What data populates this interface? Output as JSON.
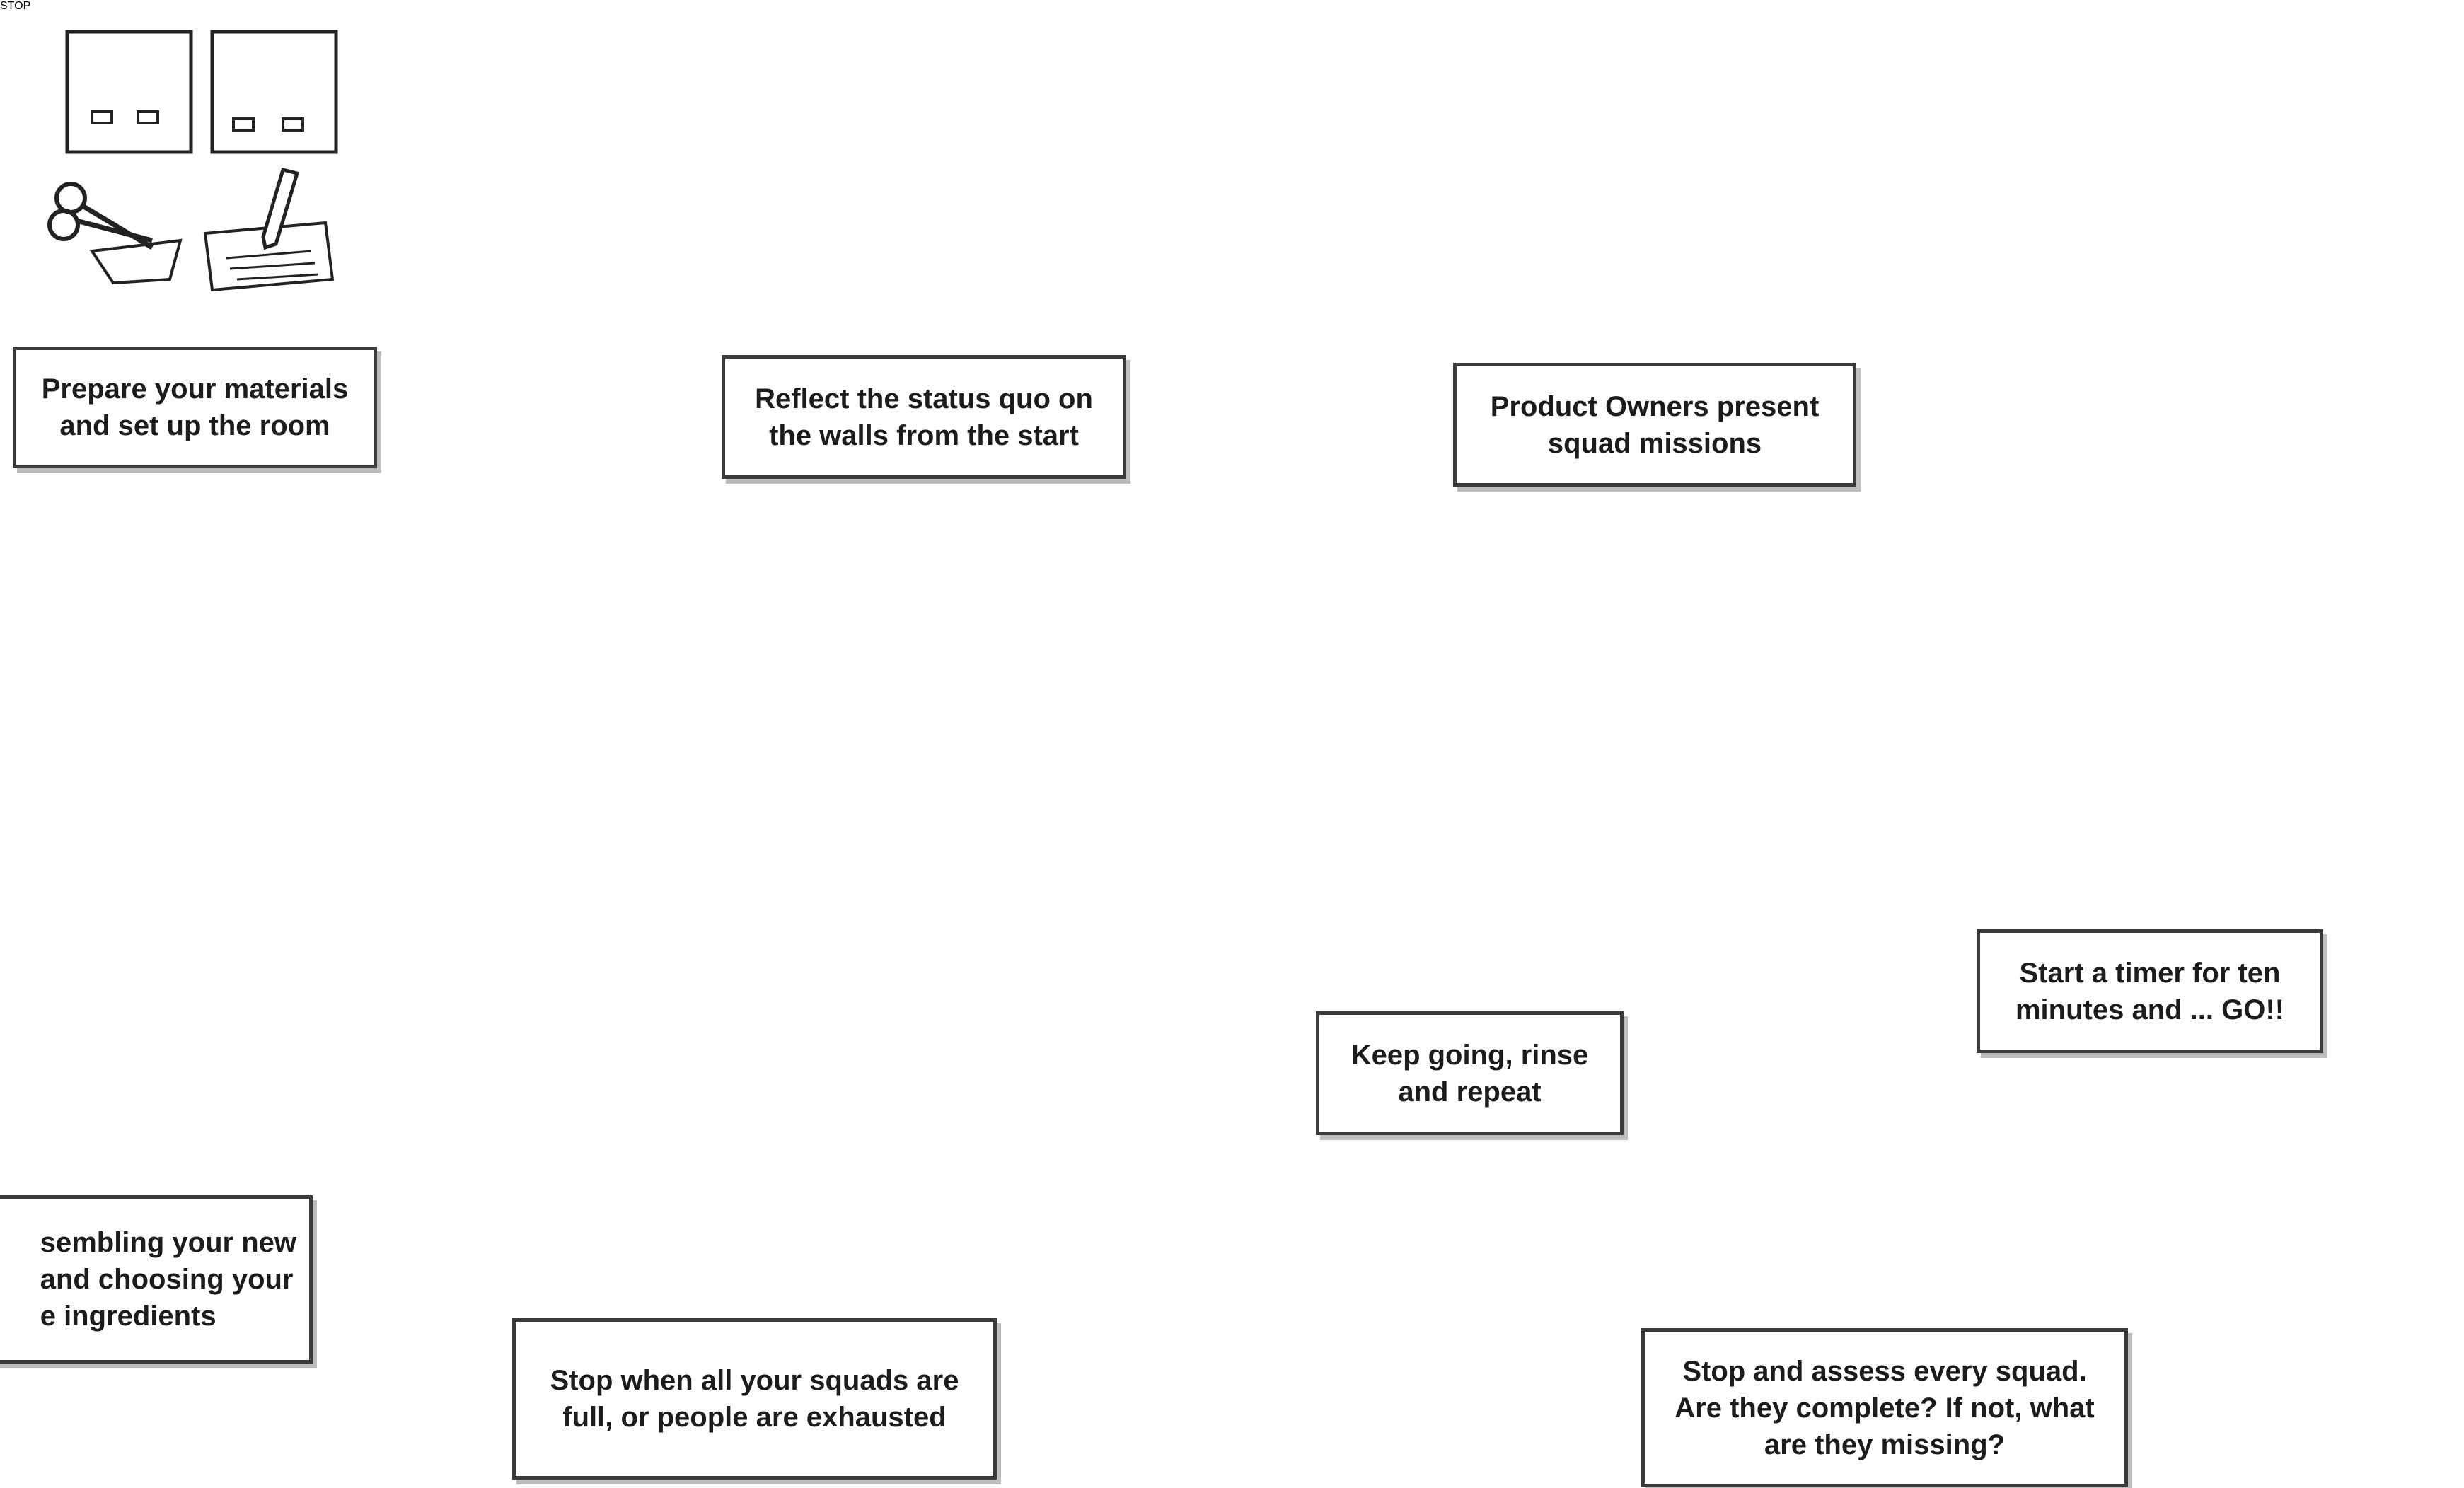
{
  "diagram": {
    "steps": [
      {
        "id": "step-prepare",
        "label": "Prepare your materials\nand set up the room",
        "icons": [
          "card-icon",
          "card-icon",
          "scissors-icon",
          "pen-and-paper-icon"
        ]
      },
      {
        "id": "step-reflect",
        "label": "Reflect the status quo on\nthe walls from the start",
        "icons": [
          "team-board-icon",
          "person-icon",
          "person-icon"
        ]
      },
      {
        "id": "step-present",
        "label": "Product Owners present\nsquad missions",
        "icons": [
          "product-owner-icon",
          "presentation-board-icon"
        ]
      },
      {
        "id": "step-timer",
        "label": "Start a timer for ten\nminutes and ... GO!!",
        "icons": [
          "clock-icon"
        ]
      },
      {
        "id": "step-assess",
        "label": "Stop and assess every squad.\nAre they complete? If not, what\nare they missing?",
        "icons": [
          "checklist-icon"
        ]
      },
      {
        "id": "step-repeat",
        "label": "Keep going, rinse\nand repeat",
        "icons": [
          "cycle-arrows-icon"
        ]
      },
      {
        "id": "step-stop",
        "label": "Stop when all your squads are\nfull, or people are exhausted",
        "icons": [
          "stop-sign-icon"
        ]
      },
      {
        "id": "step-assemble",
        "label": "sembling your new\nand choosing your\ne ingredients",
        "icons": [
          "team-board-icon",
          "wrench-and-pencil-icon"
        ]
      }
    ],
    "loop_group": "iteration-loop",
    "colors": {
      "ink": "#1c1c1c",
      "arrow_fill": "#f2f2f2",
      "arrow_shade": "#555555",
      "label_shadow": "#bdbdbd"
    }
  }
}
